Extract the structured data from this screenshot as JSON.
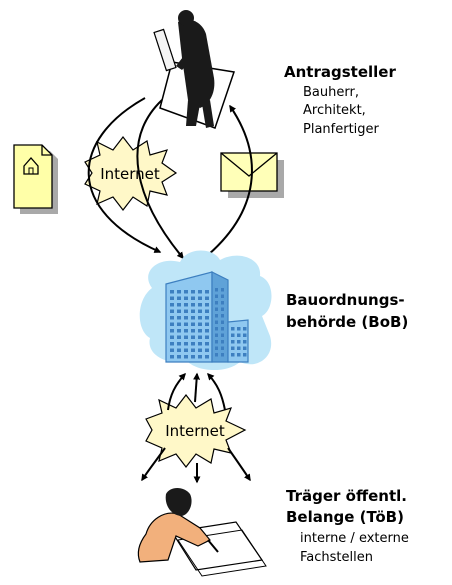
{
  "actors": {
    "applicant": {
      "title": "Antragsteller",
      "lines": [
        "Bauherr,",
        "Architekt,",
        "Planfertiger"
      ]
    },
    "authority": {
      "title_lines": [
        "Bauordnungs-",
        "behörde (BoB)"
      ]
    },
    "public_bodies": {
      "title_lines": [
        "Träger öffentl.",
        "Belange (TöB)"
      ],
      "lines": [
        "interne / externe",
        "Fachstellen"
      ]
    }
  },
  "channels": {
    "upper": "Internet",
    "lower": "Internet"
  },
  "colors": {
    "burst_fill": "#fff8c8",
    "document_fill": "#ffffa8",
    "envelope_fill": "#ffffb8",
    "shadow": "#a9a9a9",
    "cloud": "#bfe6f8",
    "building": "#8fc8f0",
    "building_dark": "#3d7fc0",
    "person_skin": "#f2b07c"
  },
  "icons": [
    "house-document-icon",
    "envelope-icon",
    "office-building-icon",
    "businessman-icon",
    "writing-person-icon"
  ]
}
